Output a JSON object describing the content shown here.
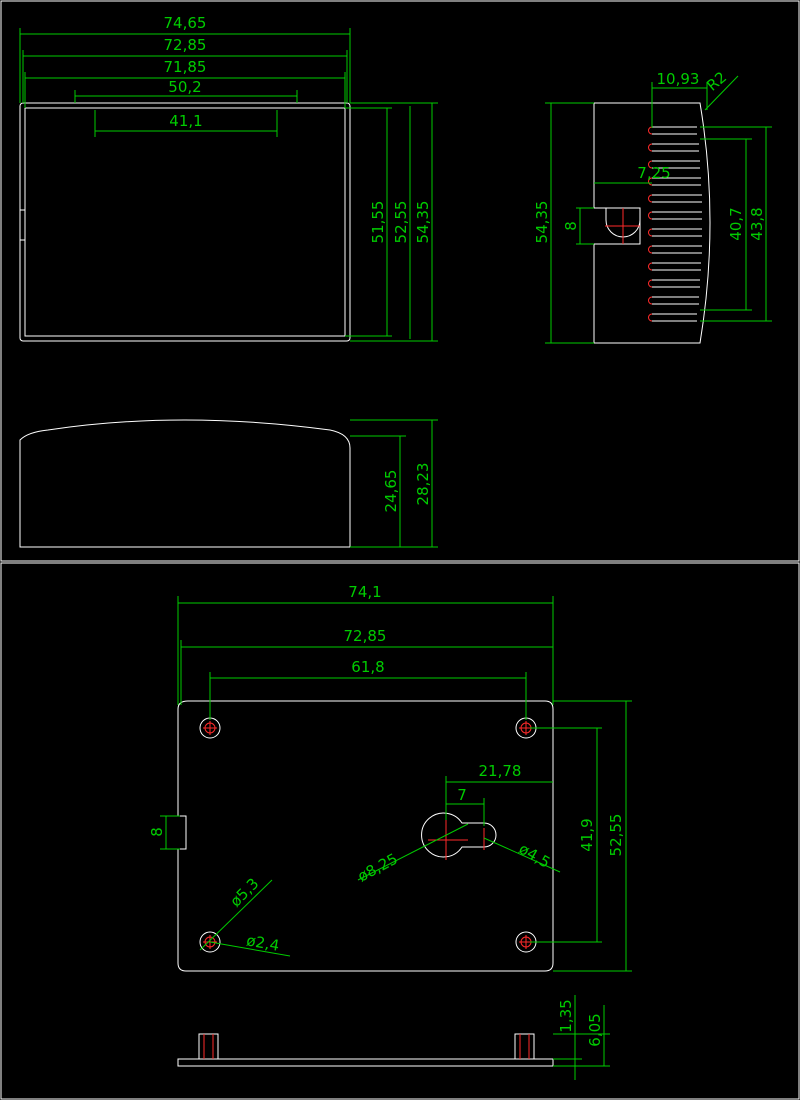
{
  "colors": {
    "background": "#000000",
    "outline": "#ffffff",
    "dimension": "#00cc00",
    "centerline": "#ff2a2a"
  },
  "top_view": {
    "widths": [
      "74,65",
      "72,85",
      "71,85",
      "50,2",
      "41,1"
    ],
    "heights": [
      "51,55",
      "52,55",
      "54,35"
    ]
  },
  "side_view": {
    "top_width": "10,93",
    "radius": "R2",
    "slot_depth": "7,25",
    "slot_width": "8",
    "height": "54,35",
    "inner_height": "40,7",
    "outer_height": "43,8"
  },
  "front_view": {
    "height_inner": "24,65",
    "height_outer": "28,23"
  },
  "base_plate": {
    "widths": [
      "74,1",
      "72,85",
      "61,8"
    ],
    "keyhole_offset": "21,78",
    "keyhole_slot": "7",
    "heights": [
      "41,9",
      "52,55"
    ],
    "notch": "8",
    "big_hole": "ø8,25",
    "small_hole": "ø4,5",
    "boss_outer": "ø5,3",
    "boss_inner": "ø2,4",
    "post_heights": [
      "1,35",
      "6,05"
    ]
  }
}
